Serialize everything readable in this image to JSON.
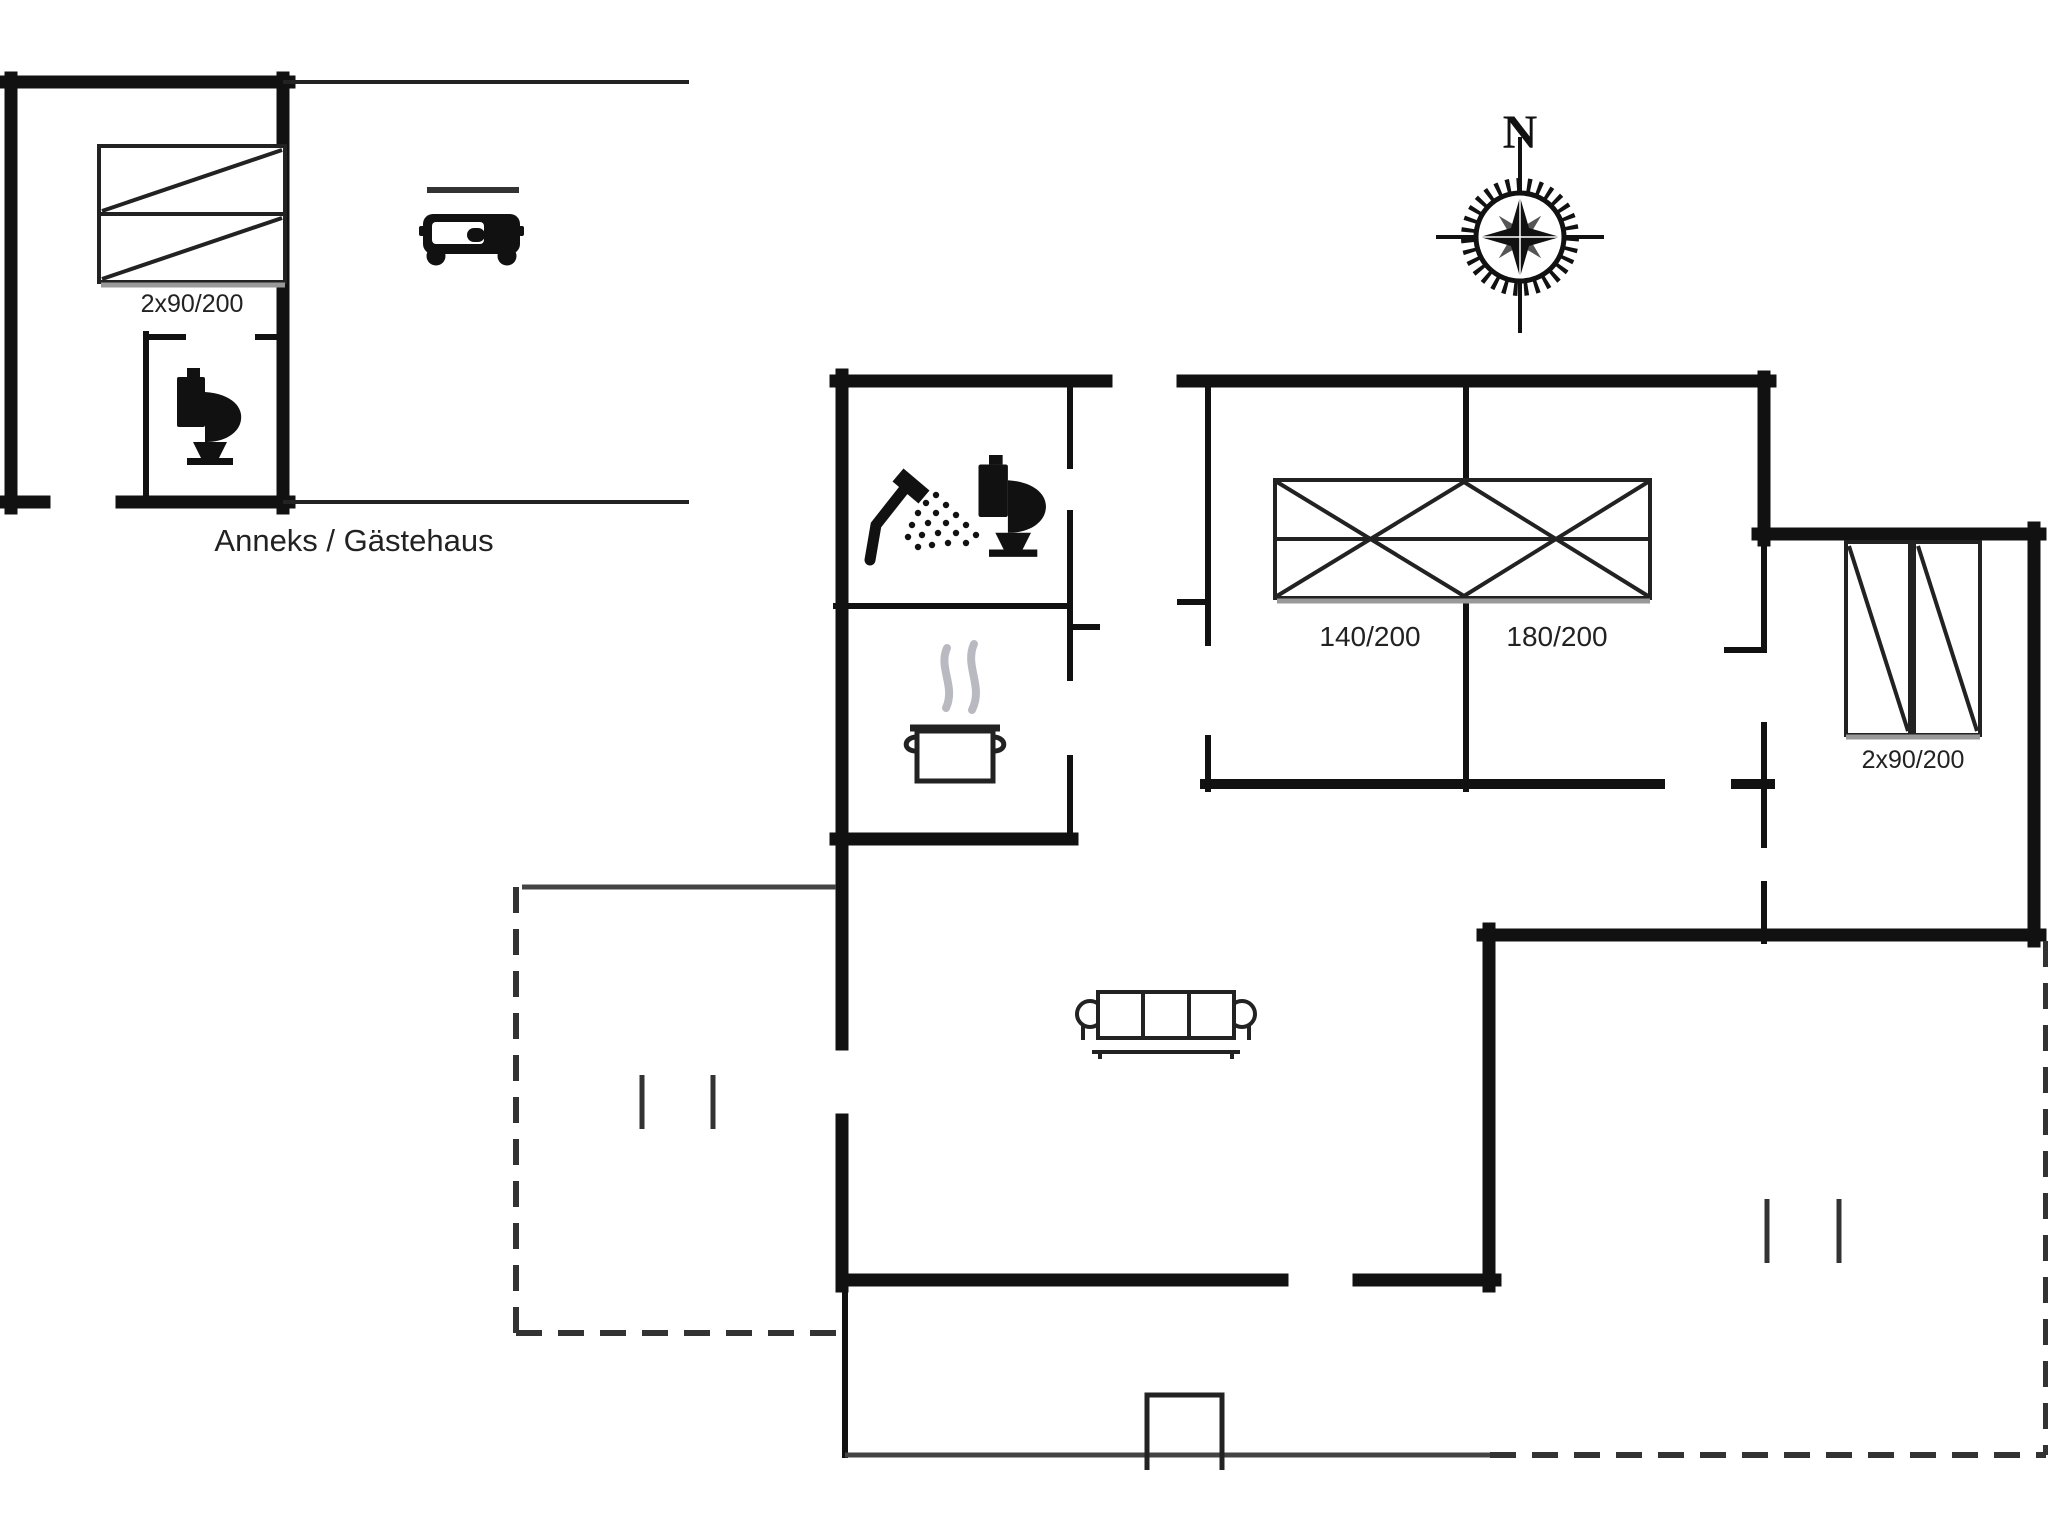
{
  "annex": {
    "caption": "Anneks / Gästehaus",
    "bunk_bed_label": "2x90/200"
  },
  "compass": {
    "north_label": "N"
  },
  "main_house": {
    "bedroom_double": {
      "bed_left_label": "140/200",
      "bed_right_label": "180/200"
    },
    "bedroom_twin": {
      "bed_label": "2x90/200"
    }
  },
  "icons": [
    "toilet-icon",
    "shower-icon",
    "cooking-pot-icon",
    "car-icon",
    "compass-rose-icon",
    "sofa-icon",
    "bunk-bed-symbol",
    "double-bed-symbol",
    "twin-beds-symbol",
    "fireplace-symbol"
  ],
  "colors": {
    "wall": "#111111",
    "furniture": "#222222",
    "label_text": "#222222",
    "steam": "#b9b9c2",
    "shadow": "#999999",
    "background": "#ffffff"
  }
}
